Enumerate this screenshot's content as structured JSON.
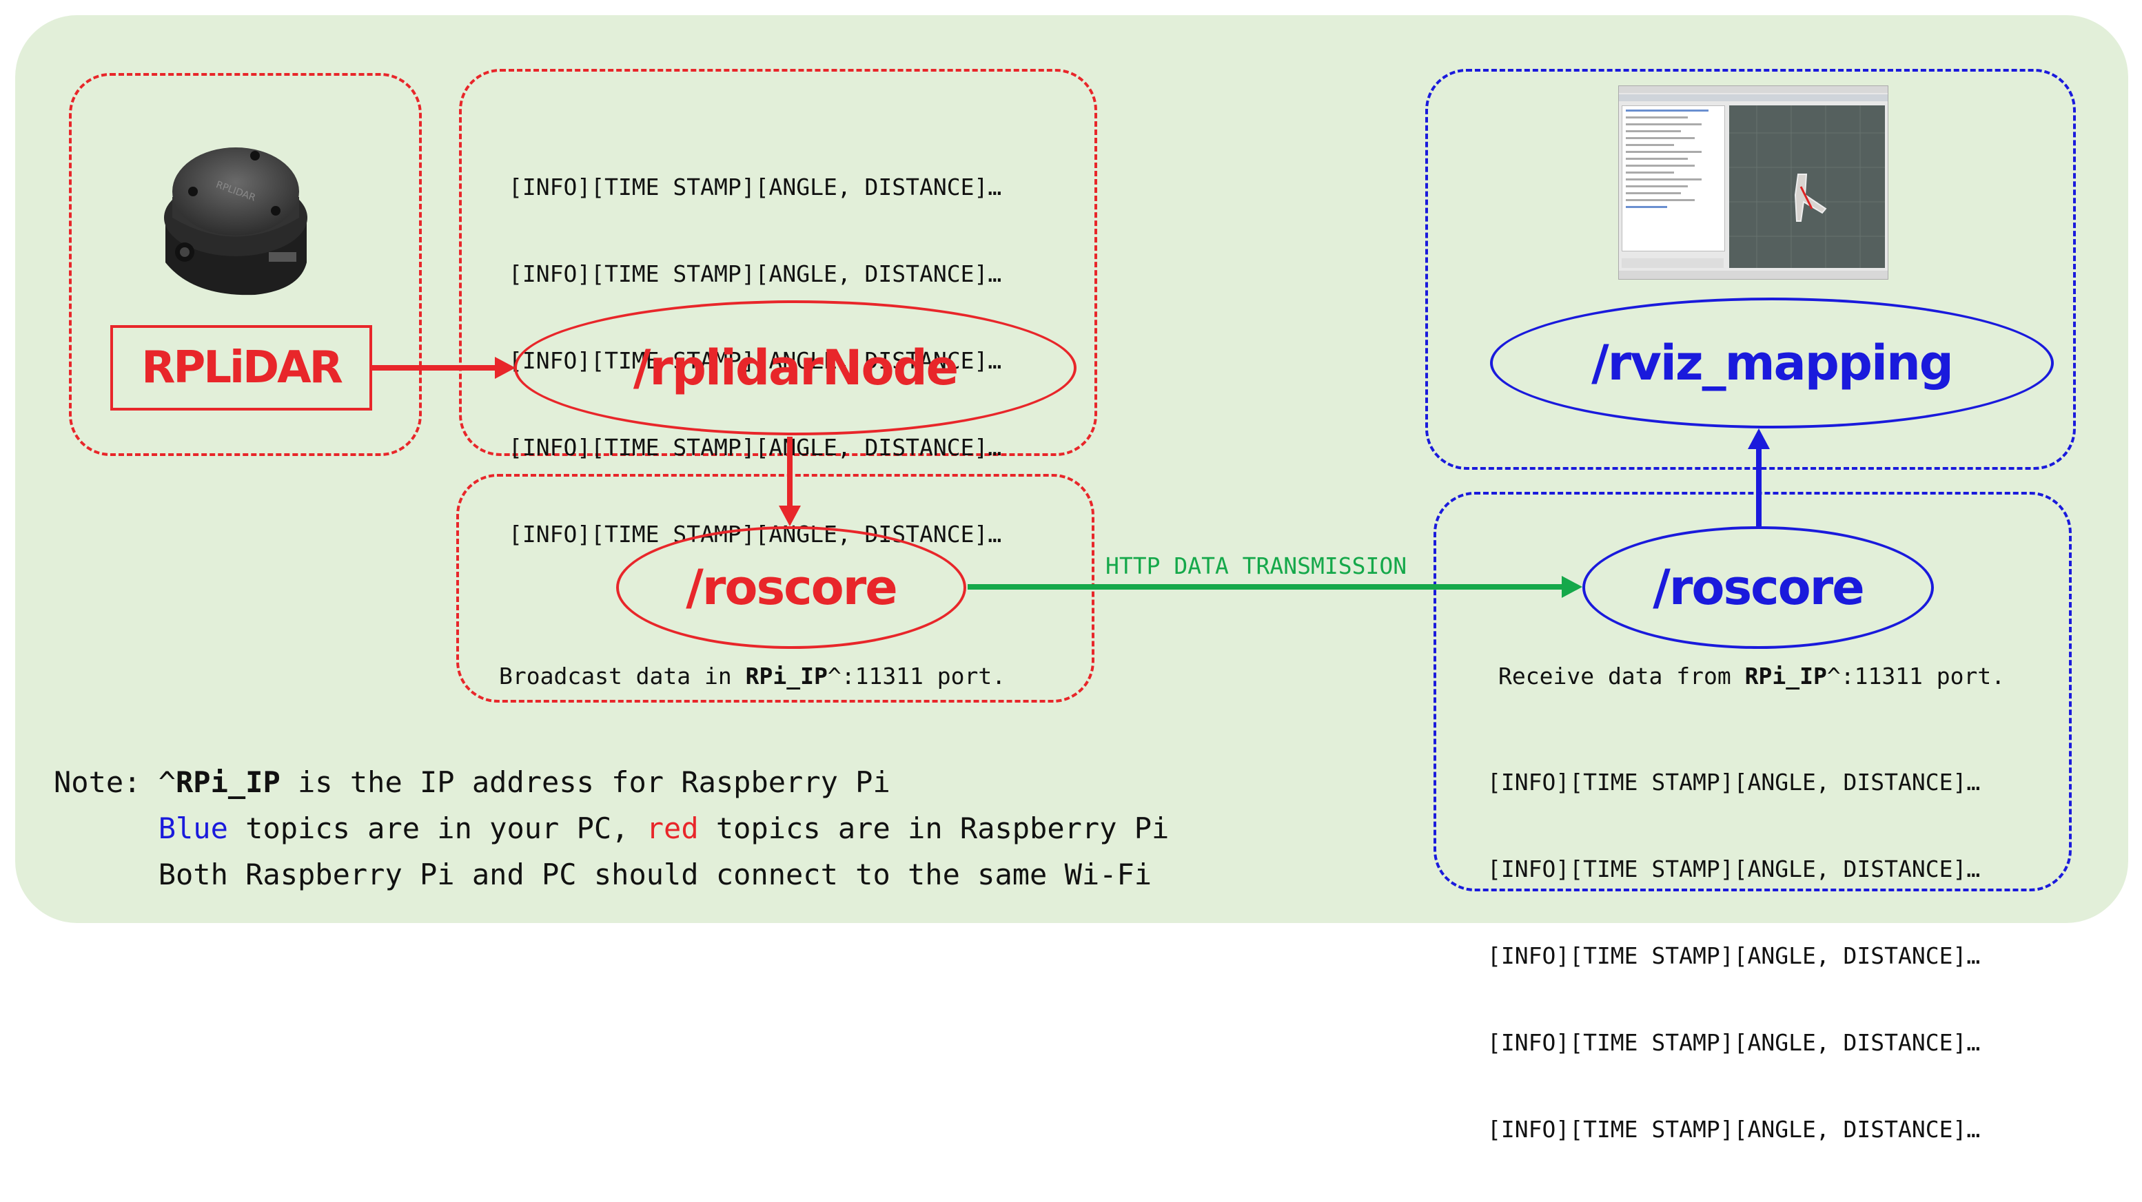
{
  "sensor": {
    "label": "RPLiDAR",
    "device_text": "RPLIDAR"
  },
  "rpi_log": {
    "lines": [
      "[INFO][TIME STAMP][ANGLE, DISTANCE]…",
      "[INFO][TIME STAMP][ANGLE, DISTANCE]…",
      "[INFO][TIME STAMP][ANGLE, DISTANCE]…",
      "[INFO][TIME STAMP][ANGLE, DISTANCE]…",
      "[INFO][TIME STAMP][ANGLE, DISTANCE]…"
    ]
  },
  "nodes": {
    "rplidar_node": "/rplidarNode",
    "roscore_rpi": "/roscore",
    "roscore_pc": "/roscore",
    "rviz": "/rviz_mapping"
  },
  "broadcast": {
    "prefix": "Broadcast data in ",
    "ip": "RPi_IP",
    "suffix": "^:11311 port."
  },
  "receive": {
    "prefix": "Receive data from ",
    "ip": "RPi_IP",
    "suffix": "^:11311 port."
  },
  "transmission_label": "HTTP DATA TRANSMISSION",
  "pc_log": {
    "lines": [
      "[INFO][TIME STAMP][ANGLE, DISTANCE]…",
      "[INFO][TIME STAMP][ANGLE, DISTANCE]…",
      "[INFO][TIME STAMP][ANGLE, DISTANCE]…",
      "[INFO][TIME STAMP][ANGLE, DISTANCE]…",
      "[INFO][TIME STAMP][ANGLE, DISTANCE]…"
    ]
  },
  "note": {
    "prefix": "Note: ^",
    "ip": "RPi_IP",
    "line1_rest": " is the IP address for Raspberry Pi",
    "line2_blue": "Blue",
    "line2_mid": " topics are in your PC, ",
    "line2_red": "red",
    "line2_rest": " topics are in Raspberry Pi",
    "line3": "Both Raspberry Pi and PC should connect to the same Wi-Fi"
  },
  "colors": {
    "rpi": "#e8262a",
    "pc": "#1a1adc",
    "link": "#15a84a",
    "background": "#e2efd9"
  }
}
